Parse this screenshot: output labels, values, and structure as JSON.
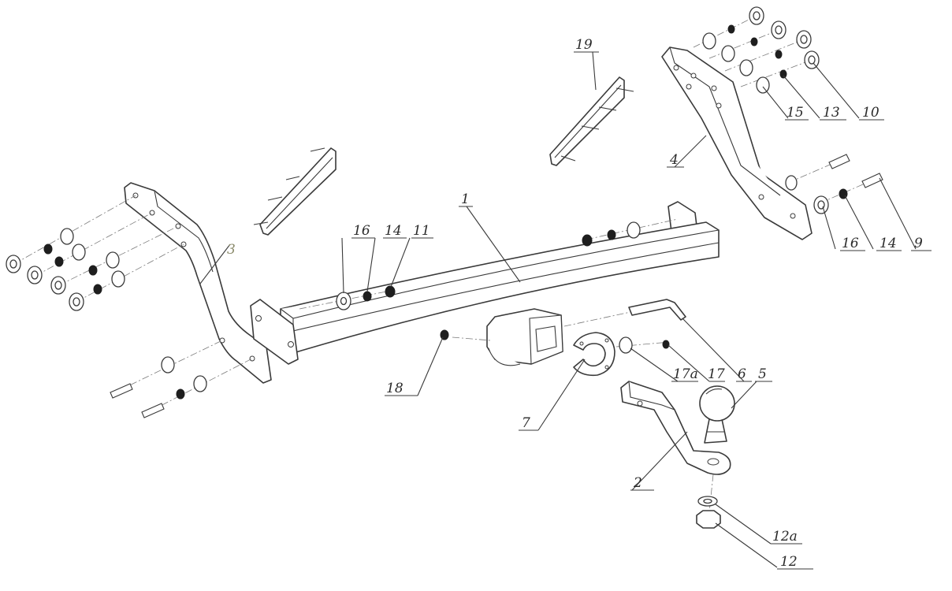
{
  "callouts": [
    {
      "id": "1",
      "label": "1"
    },
    {
      "id": "2",
      "label": "2"
    },
    {
      "id": "3",
      "label": "3"
    },
    {
      "id": "4",
      "label": "4"
    },
    {
      "id": "5",
      "label": "5"
    },
    {
      "id": "6",
      "label": "6"
    },
    {
      "id": "7",
      "label": "7"
    },
    {
      "id": "9",
      "label": "9"
    },
    {
      "id": "10",
      "label": "10"
    },
    {
      "id": "11",
      "label": "11"
    },
    {
      "id": "12",
      "label": "12"
    },
    {
      "id": "12a",
      "label": "12a"
    },
    {
      "id": "13",
      "label": "13"
    },
    {
      "id": "14a",
      "label": "14"
    },
    {
      "id": "14b",
      "label": "14"
    },
    {
      "id": "15",
      "label": "15"
    },
    {
      "id": "16a",
      "label": "16"
    },
    {
      "id": "16b",
      "label": "16"
    },
    {
      "id": "17",
      "label": "17"
    },
    {
      "id": "17a",
      "label": "17a"
    },
    {
      "id": "18",
      "label": "18"
    },
    {
      "id": "19",
      "label": "19"
    }
  ]
}
